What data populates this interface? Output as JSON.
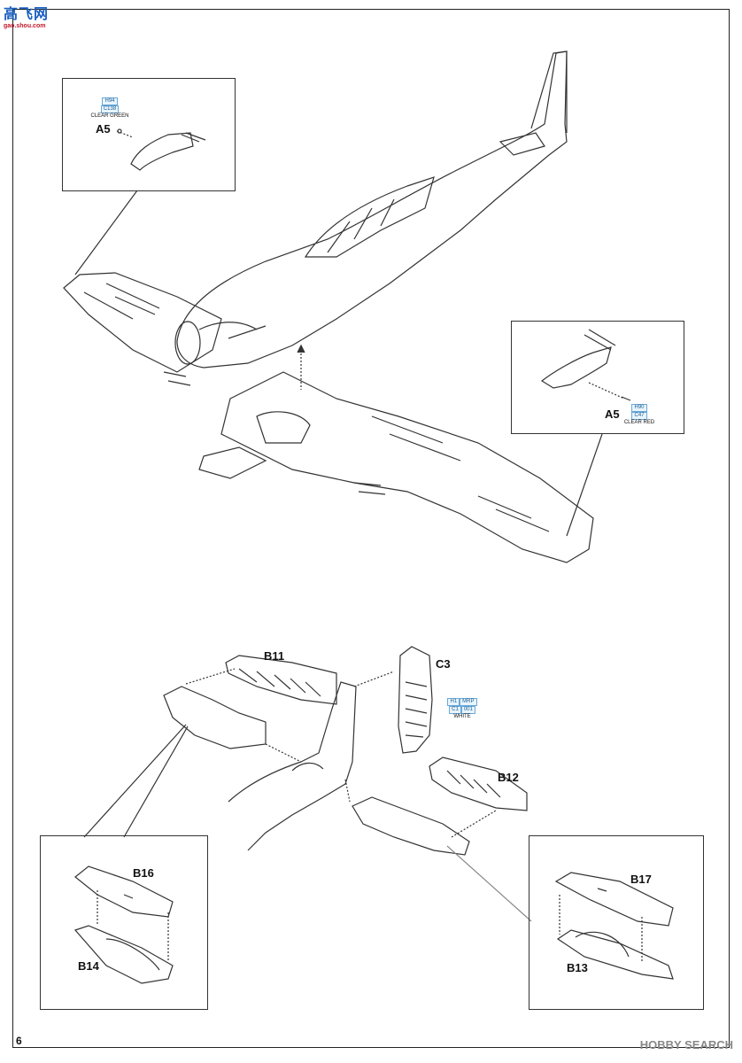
{
  "logo": {
    "text_main": "高飞网",
    "text_sub": "gao.shou.com"
  },
  "page_number": "6",
  "watermark": "HOBBY SEARCH",
  "top_left_callout": {
    "part": "A5",
    "paint": {
      "code_top": "H94",
      "code_bottom": "C138",
      "name": "CLEAR GREEN"
    }
  },
  "top_right_callout": {
    "part": "A5",
    "paint": {
      "code_top": "H90",
      "code_bottom": "C47",
      "name": "CLEAR RED"
    }
  },
  "tail_parts": {
    "b11": "B11",
    "c3": "C3",
    "b12": "B12",
    "paint": {
      "h_code": "H1",
      "mrp_code": "MRP",
      "c_code": "C1",
      "num_code": "001",
      "name": "WHITE"
    }
  },
  "bottom_left_callout": {
    "top_part": "B16",
    "bottom_part": "B14"
  },
  "bottom_right_callout": {
    "top_part": "B17",
    "bottom_part": "B13"
  }
}
